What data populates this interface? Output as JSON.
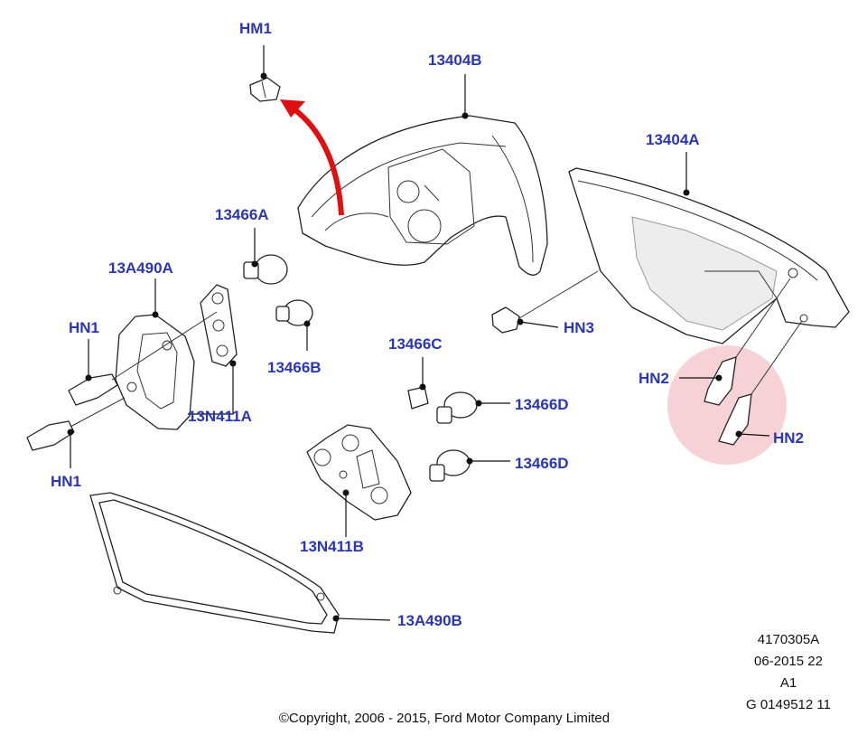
{
  "part_labels": {
    "hm1": "HM1",
    "p13404b": "13404B",
    "p13404a": "13404A",
    "p13466a": "13466A",
    "p13a490a": "13A490A",
    "hn1_top": "HN1",
    "hn1_bottom": "HN1",
    "p13466b": "13466B",
    "p13n411a": "13N411A",
    "hn3": "HN3",
    "p13466c": "13466C",
    "p13466d_top": "13466D",
    "p13466d_bottom": "13466D",
    "hn2_left": "HN2",
    "hn2_right": "HN2",
    "p13n411b": "13N411B",
    "p13a490b": "13A490B"
  },
  "reference": {
    "line1": "4170305A",
    "line2": "06-2015 22",
    "line3": "A1",
    "line4": "G 0149512 11"
  },
  "copyright": "©Copyright, 2006 - 2015, Ford Motor Company Limited",
  "colors": {
    "label": "#2a35b8",
    "arrow": "#e01010",
    "highlight": "#f3c3c8"
  }
}
